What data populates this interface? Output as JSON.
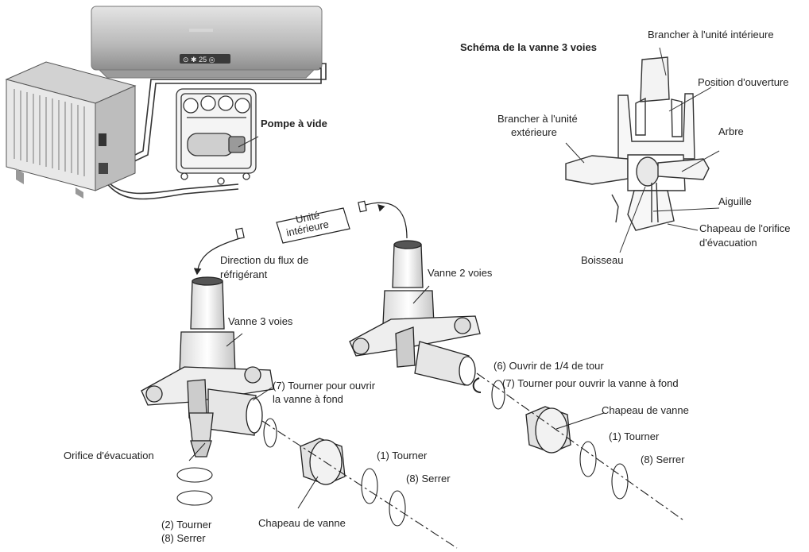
{
  "labels": {
    "pump": "Pompe à vide",
    "scheme_title": "Schéma de la vanne 3 voies",
    "connect_indoor": "Brancher à l'unité intérieure",
    "open_position": "Position d'ouverture",
    "connect_outdoor_1": "Brancher à l'unité",
    "connect_outdoor_2": "extérieure",
    "shaft": "Arbre",
    "needle": "Aiguille",
    "drain_cap_1": "Chapeau de l'orifice",
    "drain_cap_2": "d'évacuation",
    "plug": "Boisseau",
    "indoor_unit_1": "Unité",
    "indoor_unit_2": "intérieure",
    "flow_1": "Direction du flux de",
    "flow_2": "réfrigérant",
    "valve2": "Vanne 2 voies",
    "valve3": "Vanne 3 voies",
    "quarter_turn": "(6) Ouvrir de 1/4 de tour",
    "turn_open_full_right": "(7) Tourner pour ouvrir la vanne à fond",
    "turn_open_left_1": "(7) Tourner pour ouvrir",
    "turn_open_left_2": "la vanne à fond",
    "valve_cap_right": "Chapeau de vanne",
    "turn_right": "(1) Tourner",
    "tighten_right": "(8) Serrer",
    "drain_port": "Orifice d'évacuation",
    "turn_left": "(1) Tourner",
    "tighten_left": "(8) Serrer",
    "turn_drain": "(2) Tourner",
    "tighten_drain": "(8) Serrer",
    "valve_cap_left": "Chapeau de vanne"
  },
  "indoor_display": "⊙  ✱ 25 ◎"
}
